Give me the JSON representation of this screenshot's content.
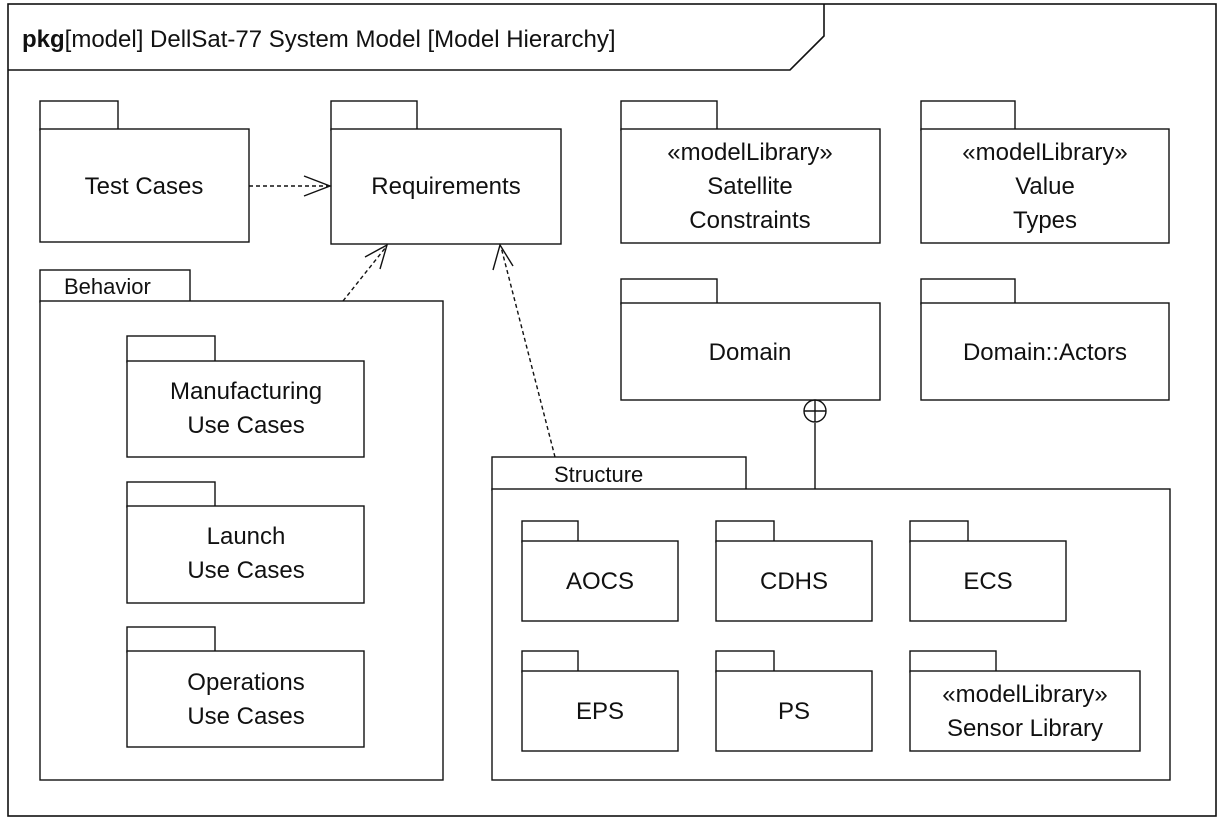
{
  "frame": {
    "keyword": "pkg",
    "title_rest": "[model] DellSat-77 System Model [Model Hierarchy]"
  },
  "packages": {
    "test_cases": [
      "Test Cases"
    ],
    "requirements": [
      "Requirements"
    ],
    "satellite_constraints": [
      "«modelLibrary»",
      "Satellite",
      "Constraints"
    ],
    "value_types": [
      "«modelLibrary»",
      "Value",
      "Types"
    ],
    "domain": [
      "Domain"
    ],
    "domain_actors": [
      "Domain::Actors"
    ],
    "behavior": "Behavior",
    "manufacturing_use_cases": [
      "Manufacturing",
      "Use Cases"
    ],
    "launch_use_cases": [
      "Launch",
      "Use Cases"
    ],
    "operations_use_cases": [
      "Operations",
      "Use Cases"
    ],
    "structure": "Structure",
    "aocs": [
      "AOCS"
    ],
    "cdhs": [
      "CDHS"
    ],
    "ecs": [
      "ECS"
    ],
    "eps": [
      "EPS"
    ],
    "ps": [
      "PS"
    ],
    "sensor_library": [
      "«modelLibrary»",
      "Sensor Library"
    ]
  }
}
